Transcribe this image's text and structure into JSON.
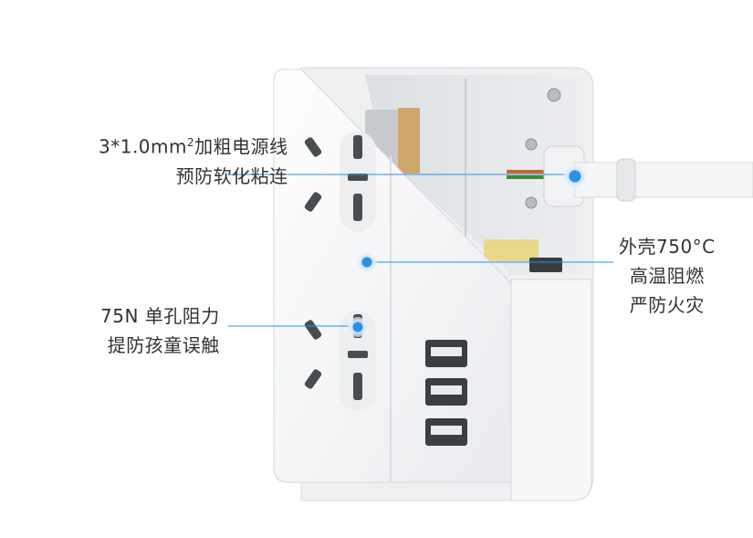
{
  "callouts": {
    "wire": {
      "line1_prefix": "3*1.0mm",
      "line1_sup": "2",
      "line1_suffix": "加粗电源线",
      "line2": "预防软化粘连"
    },
    "shell": {
      "line1": "外壳750°C",
      "line2": "高温阻燃",
      "line3": "严防火灾"
    },
    "socket": {
      "line1": "75N 单孔阻力",
      "line2": "提防孩童误触"
    }
  },
  "colors": {
    "accent": "#2f8fe0",
    "text": "#333333",
    "body": "#f4f5f7"
  },
  "icons": [
    "power-strip-image",
    "socket-icon",
    "usb-port-icon",
    "callout-dot-icon"
  ]
}
